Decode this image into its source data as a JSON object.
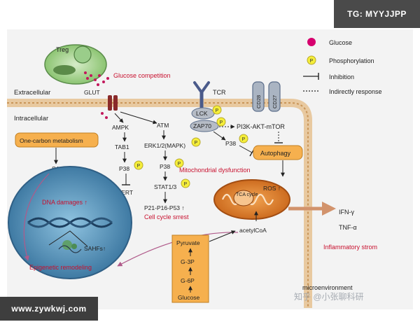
{
  "watermarks": {
    "top_right": "TG: MYYJJPP",
    "bottom_left": "www.zywkwj.com",
    "bottom_right": "知乎 @小张聊科研"
  },
  "legend": {
    "glucose": "Glucose",
    "phosphorylation": "Phosphorylation",
    "inhibition": "Inhibition",
    "indirect": "Indirectly response",
    "p_symbol": "P"
  },
  "labels": {
    "treg": "Treg",
    "glucose_competition": "Glucose competition",
    "extracellular": "Extracellular",
    "intracellular": "Intracellular",
    "glut": "GLUT",
    "tcr": "TCR",
    "cd28": "CD28",
    "cd27": "CD27",
    "lck": "LCK",
    "zap70": "ZAP70",
    "pi3k": "PI3K-AKT-mTOR",
    "autophagy": "Autophagy",
    "ampk": "AMPK",
    "atm": "ATM",
    "tab1": "TAB1",
    "p38": "P38",
    "tert": "TERT",
    "erk": "ERK1/2(MAPK)",
    "stat": "STAT1/3",
    "p21": "P21-P16-P53 ↑",
    "cell_cycle": "Cell cycle srrest",
    "one_carbon": "One-carbon metabolism",
    "sam": "SAM",
    "dna_damage": "DNA damages ↑",
    "sahfs": "SAHFs↑",
    "epigenetic": "Epigenetic remodeling",
    "mito_dysfunction": "Mitochondrial dysfunction",
    "tca": "TCA cycle",
    "ros": "ROS ↑",
    "acetyl": "acetylCoA",
    "pyruvate": "Pyruvate",
    "g3p": "G-3P",
    "g6p": "G-6P",
    "glucose": "Glucose",
    "ifn": "IFN-γ",
    "tnf": "TNF-α",
    "inflammatory": "Inflammatory strom",
    "microenvironment": "microenvironment"
  },
  "colors": {
    "red_label": "#c8102e",
    "glucose_dot": "#d6006e",
    "p_yellow": "#f5ee3a",
    "orange_box": "#f6b04e",
    "membrane": "#d9aa72",
    "nucleus": "#4d8ab0",
    "receptor": "#5b6d8a",
    "mito": "#d97a24"
  }
}
